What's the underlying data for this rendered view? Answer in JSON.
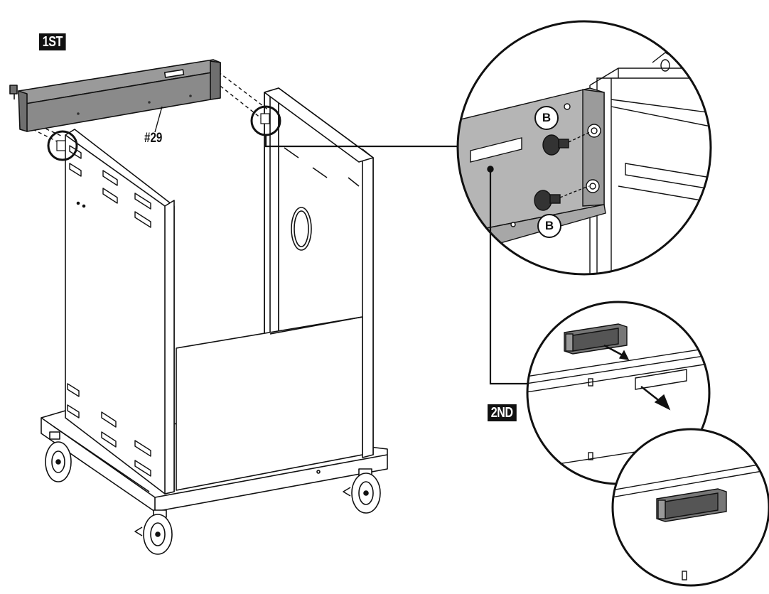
{
  "steps": {
    "first_label": "1ST",
    "second_label": "2ND"
  },
  "parts": {
    "bracket_label": "#29"
  },
  "fasteners": {
    "callout_top": "B",
    "callout_bottom": "B"
  },
  "colors": {
    "ink": "#111111",
    "part_fill": "#8a8a8a",
    "detail_fill": "#b5b5b5",
    "background": "#ffffff"
  }
}
